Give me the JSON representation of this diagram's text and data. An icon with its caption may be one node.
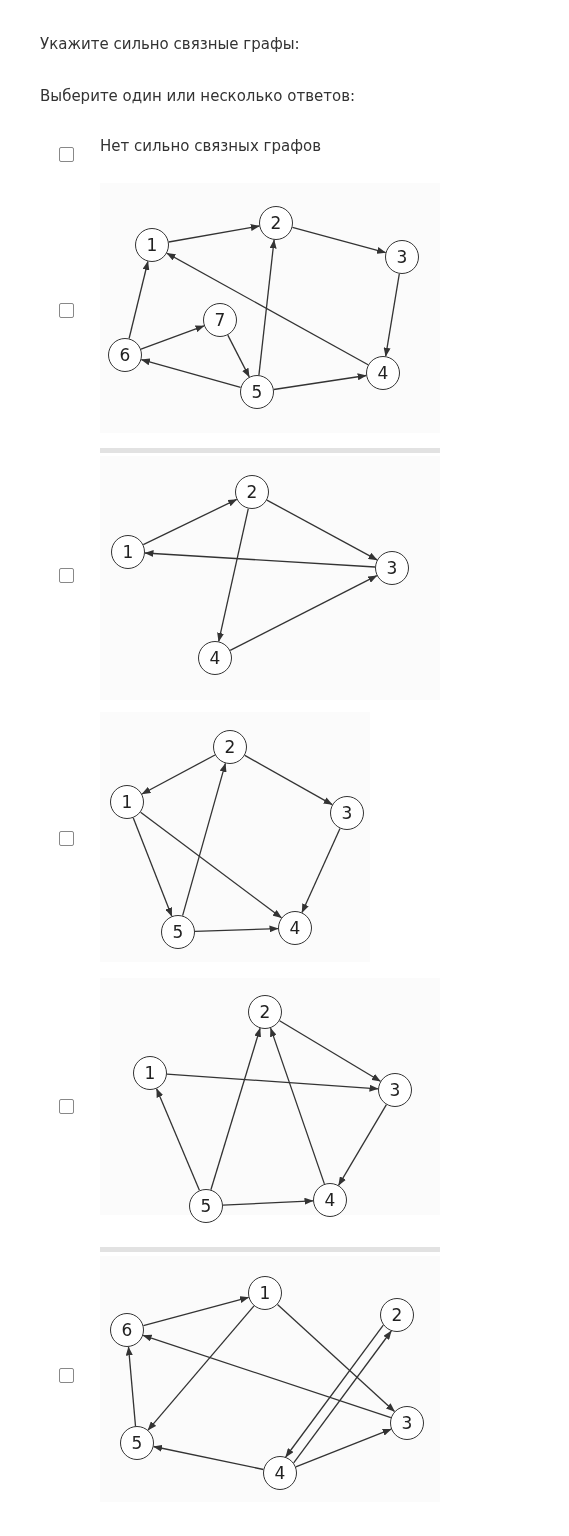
{
  "diagram": {
    "title": "Укажите сильно связные графы:",
    "nodes": [
      {
        "text": [
          "1"
        ]
      },
      {
        "text": [
          "2"
        ]
      },
      {
        "text": [
          "3"
        ]
      },
      {
        "text": [
          "4"
        ]
      },
      {
        "text": [
          "5"
        ]
      },
      {
        "text": [
          "6"
        ]
      },
      {
        "text": [
          "7"
        ]
      },
      {
        "text": [
          "1"
        ]
      },
      {
        "text": [
          "2"
        ]
      },
      {
        "text": [
          "3"
        ]
      },
      {
        "text": [
          "4"
        ]
      },
      {
        "text": [
          "1"
        ]
      },
      {
        "text": [
          "2"
        ]
      },
      {
        "text": [
          "3"
        ]
      },
      {
        "text": [
          "4"
        ]
      },
      {
        "text": [
          "5"
        ]
      },
      {
        "text": [
          "1"
        ]
      },
      {
        "text": [
          "2"
        ]
      },
      {
        "text": [
          "3"
        ]
      },
      {
        "text": [
          "4"
        ]
      },
      {
        "text": [
          "5"
        ]
      },
      {
        "text": [
          "1"
        ]
      },
      {
        "text": [
          "2"
        ]
      },
      {
        "text": [
          "3"
        ]
      },
      {
        "text": [
          "4"
        ]
      },
      {
        "text": [
          "5"
        ]
      },
      {
        "text": [
          "6"
        ]
      }
    ],
    "edges": [
      {
        "from": 0,
        "to": 1,
        "arrow": "to"
      },
      {
        "from": 1,
        "to": 2,
        "arrow": "to"
      },
      {
        "from": 2,
        "to": 3,
        "arrow": "to"
      },
      {
        "from": 3,
        "to": 0,
        "arrow": "to"
      },
      {
        "from": 5,
        "to": 0,
        "arrow": "to"
      },
      {
        "from": 5,
        "to": 6,
        "arrow": "to"
      },
      {
        "from": 6,
        "to": 4,
        "arrow": "to"
      },
      {
        "from": 4,
        "to": 1,
        "arrow": "to"
      },
      {
        "from": 4,
        "to": 5,
        "arrow": "to"
      },
      {
        "from": 4,
        "to": 3,
        "arrow": "to"
      },
      {
        "from": 7,
        "to": 8,
        "arrow": "to"
      },
      {
        "from": 8,
        "to": 9,
        "arrow": "to"
      },
      {
        "from": 8,
        "to": 10,
        "arrow": "to"
      },
      {
        "from": 9,
        "to": 7,
        "arrow": "to"
      },
      {
        "from": 10,
        "to": 9,
        "arrow": "to"
      },
      {
        "from": 12,
        "to": 11,
        "arrow": "to"
      },
      {
        "from": 12,
        "to": 13,
        "arrow": "to"
      },
      {
        "from": 13,
        "to": 14,
        "arrow": "to"
      },
      {
        "from": 11,
        "to": 15,
        "arrow": "to"
      },
      {
        "from": 11,
        "to": 14,
        "arrow": "to"
      },
      {
        "from": 15,
        "to": 12,
        "arrow": "to"
      },
      {
        "from": 15,
        "to": 14,
        "arrow": "to"
      },
      {
        "from": 16,
        "to": 18,
        "arrow": "to"
      },
      {
        "from": 17,
        "to": 18,
        "arrow": "to"
      },
      {
        "from": 18,
        "to": 19,
        "arrow": "to"
      },
      {
        "from": 19,
        "to": 17,
        "arrow": "to"
      },
      {
        "from": 20,
        "to": 16,
        "arrow": "to"
      },
      {
        "from": 20,
        "to": 17,
        "arrow": "to"
      },
      {
        "from": 20,
        "to": 19,
        "arrow": "to"
      },
      {
        "from": 26,
        "to": 21,
        "arrow": "to"
      },
      {
        "from": 21,
        "to": 25,
        "arrow": "to"
      },
      {
        "from": 21,
        "to": 23,
        "arrow": "to"
      },
      {
        "from": 23,
        "to": 26,
        "arrow": "to"
      },
      {
        "from": 25,
        "to": 26,
        "arrow": "to"
      },
      {
        "from": 24,
        "to": 25,
        "arrow": "to"
      },
      {
        "from": 24,
        "to": 23,
        "arrow": "to"
      },
      {
        "from": 24,
        "to": 22,
        "arrow": "to"
      },
      {
        "from": 22,
        "to": 24,
        "arrow": "to"
      }
    ],
    "labels": [
      "Выберите один или несколько ответов:",
      "Нет сильно связных графов"
    ]
  }
}
